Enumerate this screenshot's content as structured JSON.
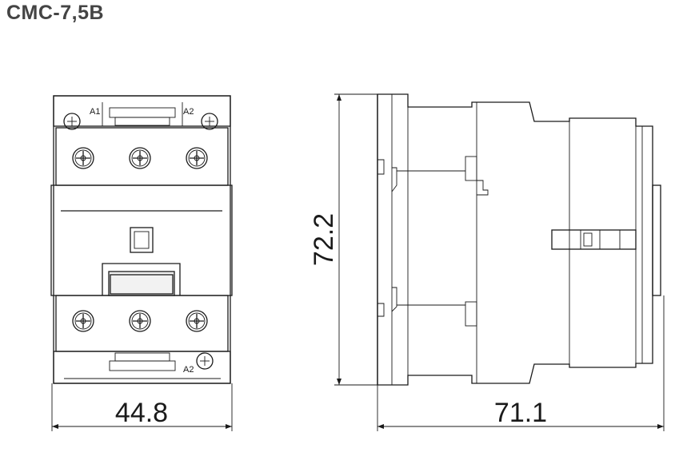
{
  "title": "CMC-7,5B",
  "front_view": {
    "coil_terminal_a1": "A1",
    "coil_terminal_a2_top": "A2",
    "coil_terminal_a2_bottom": "A2"
  },
  "dimensions": {
    "width": "44.8",
    "height": "72.2",
    "depth": "71.1"
  }
}
